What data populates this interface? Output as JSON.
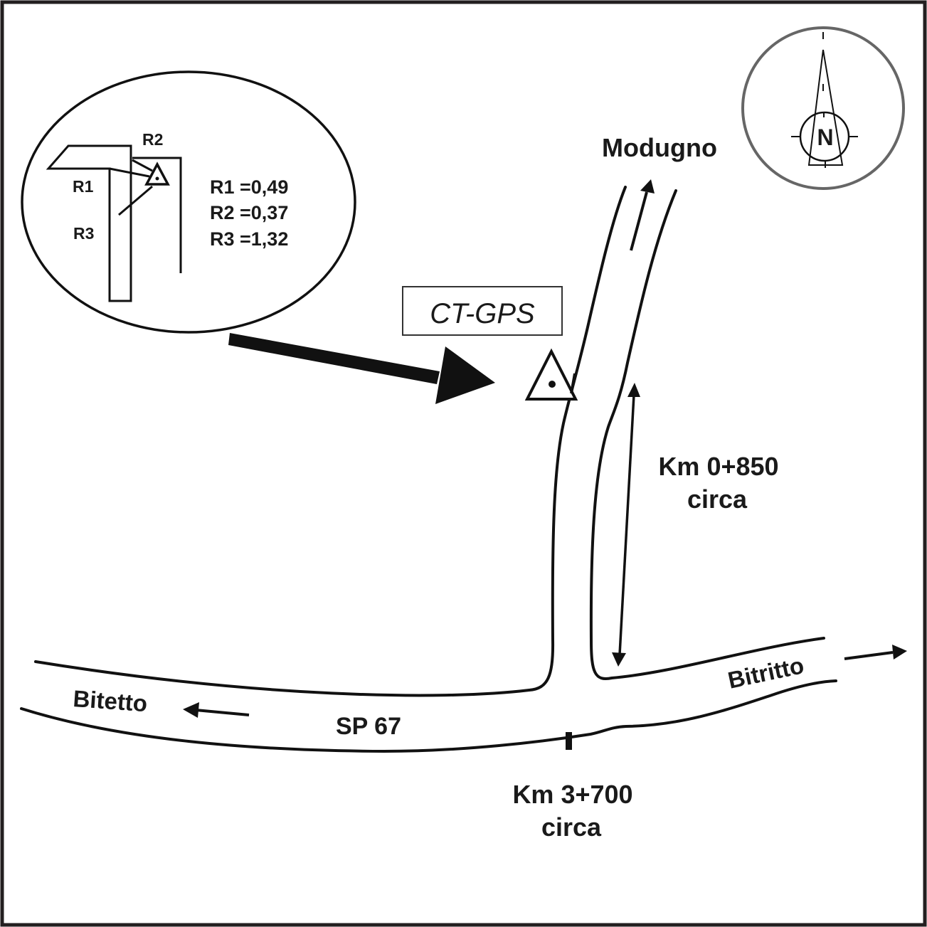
{
  "map": {
    "title": "Station location sketch",
    "station": {
      "name": "CT-GPS",
      "symbol": "triangle-with-dot-icon"
    },
    "north_arrow": {
      "label": "N"
    },
    "inset": {
      "labels": [
        "R1",
        "R2",
        "R3"
      ],
      "measurements": [
        {
          "ref": "R1",
          "text": "R1 =0,49",
          "value": 0.49
        },
        {
          "ref": "R2",
          "text": "R2 =0,37",
          "value": 0.37
        },
        {
          "ref": "R3",
          "text": "R3 =1,32",
          "value": 1.32
        }
      ]
    },
    "destinations": {
      "north": "Modugno",
      "west": "Bitetto",
      "east": "Bitritto"
    },
    "road": {
      "name": "SP 67"
    },
    "distances": {
      "branch": {
        "line1": "Km 0+850",
        "line2": "circa"
      },
      "main_road_marker": {
        "line1": "Km 3+700",
        "line2": "circa"
      }
    },
    "colors": {
      "ink": "#111111",
      "compass_ring": "#666666",
      "frame": "#231f20"
    }
  }
}
